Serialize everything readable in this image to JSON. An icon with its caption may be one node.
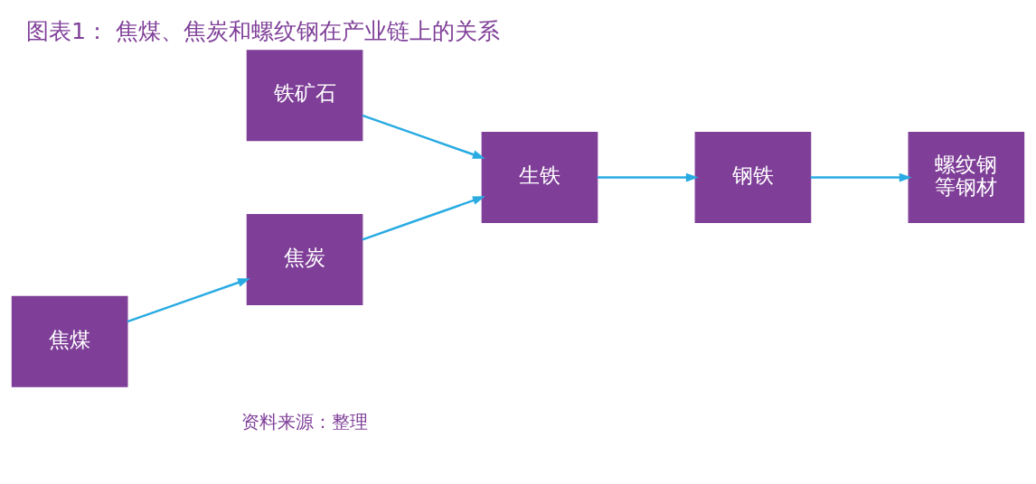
{
  "diagram": {
    "title": "图表1： 焦煤、焦炭和螺纹钢在产业链上的关系",
    "caption": "资料来源：整理",
    "nodes": [
      {
        "text": [
          "铁矿石"
        ]
      },
      {
        "text": [
          "焦煤"
        ]
      },
      {
        "text": [
          "焦炭"
        ]
      },
      {
        "text": [
          "生铁"
        ]
      },
      {
        "text": [
          "钢铁"
        ]
      },
      {
        "text": [
          "螺纹钢等钢材"
        ]
      }
    ],
    "edges": [
      {
        "from": 1,
        "to": 2,
        "arrow": "to"
      },
      {
        "from": 0,
        "to": 3,
        "arrow": "to"
      },
      {
        "from": 2,
        "to": 3,
        "arrow": "to"
      },
      {
        "from": 3,
        "to": 4,
        "arrow": "to"
      },
      {
        "from": 4,
        "to": 5,
        "arrow": "to"
      }
    ]
  }
}
